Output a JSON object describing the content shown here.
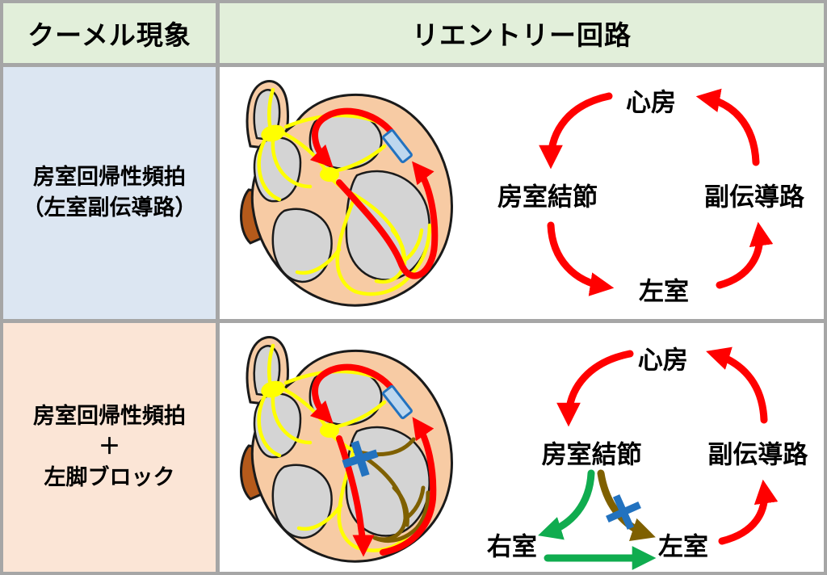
{
  "header": {
    "col1": "クーメル現象",
    "col2": "リエントリー回路"
  },
  "rows": [
    {
      "label_lines": [
        "房室回帰性頻拍",
        "（左室副伝導路）"
      ],
      "circuit": {
        "nodes": {
          "top": "心房",
          "left": "房室結節",
          "right": "副伝導路",
          "bottom": "左室"
        },
        "edges": [
          {
            "from": "心房",
            "to": "房室結節",
            "color": "#FF0000"
          },
          {
            "from": "房室結節",
            "to": "左室",
            "color": "#FF0000"
          },
          {
            "from": "左室",
            "to": "副伝導路",
            "color": "#FF0000"
          },
          {
            "from": "副伝導路",
            "to": "心房",
            "color": "#FF0000"
          }
        ]
      }
    },
    {
      "label_lines": [
        "房室回帰性頻拍",
        "＋",
        "左脚ブロック"
      ],
      "circuit": {
        "nodes": {
          "top": "心房",
          "left": "房室結節",
          "right": "副伝導路",
          "bottom_left": "右室",
          "bottom_right": "左室"
        },
        "edges": [
          {
            "from": "心房",
            "to": "房室結節",
            "color": "#FF0000"
          },
          {
            "from": "房室結節",
            "to": "右室",
            "color": "#10AC4F"
          },
          {
            "from": "房室結節",
            "to": "左室",
            "color": "#7F6000",
            "blocked": true
          },
          {
            "from": "右室",
            "to": "左室",
            "color": "#10AC4F"
          },
          {
            "from": "左室",
            "to": "副伝導路",
            "color": "#FF0000"
          },
          {
            "from": "副伝導路",
            "to": "心房",
            "color": "#FF0000"
          }
        ]
      }
    }
  ],
  "colors": {
    "header_bg": "#E2EFDA",
    "row1_label_bg": "#DCE6F2",
    "row2_label_bg": "#FBE5D6",
    "border_gray": "#A6A6A6",
    "reentry_red": "#FF0000",
    "normal_green": "#10AC4F",
    "blocked_olive": "#7F6000",
    "block_blue": "#2272BF",
    "accessory_pathway_fill": "#BDD7EE",
    "heart_wall": "#F7CBA4",
    "chamber_gray": "#D4D4D4",
    "conduction_yellow": "#FFFF00",
    "vessel_brown": "#B55A1B"
  }
}
